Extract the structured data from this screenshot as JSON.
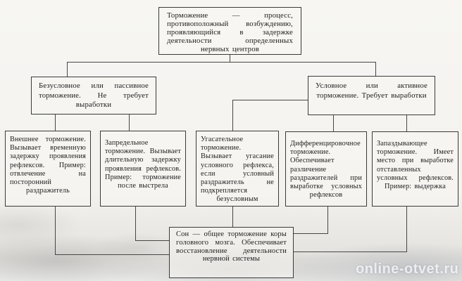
{
  "diagram": {
    "type": "flowchart",
    "topic": "Торможение (inhibition) — classification scheme",
    "nodes": {
      "root": {
        "text": "Торможение — процесс, противоположный возбуждению, проявляющийся в задержке деятельности определенных нервных центров"
      },
      "unconditional": {
        "text": "Безусловное или пассивное торможение. Не требует выработки"
      },
      "conditional": {
        "text": "Условное или активное торможение. Требует выработки"
      },
      "external": {
        "text": "Внешнее торможение. Вызывает временную задержку проявления рефлексов. Пример: отвлечение на посторонний раздражитель"
      },
      "transmarginal": {
        "text": "Запредельное торможение. Вызывает длительную задержку проявления рефлексов. Пример: торможение после выстрела"
      },
      "extinction": {
        "text": "Угасательное торможение. Вызывает угасание условного рефлекса, если условный раздражитель не подкрепляется безусловным"
      },
      "differentiation": {
        "text": "Дифференцировочное торможение. Обеспечивает различение раздражителей при выработке условных рефлексов"
      },
      "delayed": {
        "text": "Запаздывающее торможение. Имеет место при выработке отставленных условных рефлексов. Пример: выдержка"
      },
      "sleep": {
        "text": "Сон — общее торможение коры головного мозга. Обеспечивает восстановление деятельности нервной системы"
      }
    },
    "edges": [
      {
        "from": "root",
        "to": "unconditional"
      },
      {
        "from": "root",
        "to": "conditional"
      },
      {
        "from": "unconditional",
        "to": "external"
      },
      {
        "from": "unconditional",
        "to": "transmarginal"
      },
      {
        "from": "conditional",
        "to": "extinction"
      },
      {
        "from": "conditional",
        "to": "differentiation"
      },
      {
        "from": "conditional",
        "to": "delayed"
      },
      {
        "from": "external",
        "to": "sleep"
      },
      {
        "from": "transmarginal",
        "to": "sleep"
      },
      {
        "from": "extinction",
        "to": "sleep"
      },
      {
        "from": "differentiation",
        "to": "sleep"
      },
      {
        "from": "delayed",
        "to": "sleep"
      }
    ],
    "colors": {
      "paper": "#f4f3f0",
      "ink": "#1d1d1d",
      "line": "#464646",
      "watermark_text": "#eef1f6"
    },
    "watermark": "online-otvet.ru"
  }
}
